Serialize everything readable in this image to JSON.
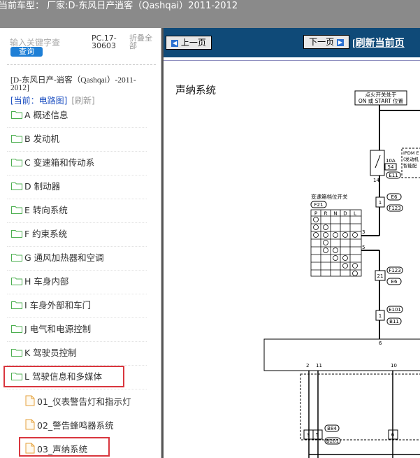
{
  "window": {
    "title": "当前车型： 厂家:D-东风日产逍客（Qashqai）2011-2012"
  },
  "sidebar": {
    "search_placeholder": "输入关键字查",
    "search_button": "查询",
    "pc_code": "PC.17-30603",
    "fold_all": "折叠全部",
    "car_name": "[D-东风日产-逍客（Qashqai）-2011-2012]",
    "current": "[当前：电路图]",
    "refresh": "[刷新]",
    "items": [
      {
        "label": "A 概述信息"
      },
      {
        "label": "B 发动机"
      },
      {
        "label": "C 变速箱和传动系"
      },
      {
        "label": "D 制动器"
      },
      {
        "label": "E 转向系统"
      },
      {
        "label": "F 约束系统"
      },
      {
        "label": "G 通风加热器和空调"
      },
      {
        "label": "H 车身内部"
      },
      {
        "label": "I 车身外部和车门"
      },
      {
        "label": "J 电气和电源控制"
      },
      {
        "label": "K 驾驶员控制"
      },
      {
        "label": "L 驾驶信息和多媒体"
      }
    ],
    "sub_items": [
      {
        "label": "01_仪表警告灯和指示灯"
      },
      {
        "label": "02_警告蜂鸣器系统"
      },
      {
        "label": "03_声纳系统"
      }
    ]
  },
  "toolbar": {
    "prev": "上一页",
    "next": "下一页",
    "refresh": "[刷新当前页"
  },
  "doc": {
    "title": "声纳系统",
    "labels": {
      "ignition_line1": "点火开关处于",
      "ignition_line2": "ON 或 START 位置",
      "ipdm_1": "IPDM E",
      "ipdm_2": "(发动机",
      "ipdm_3": "智能配",
      "fuse_amp": "10A",
      "fuse_num": "54",
      "conn_e11": "E11",
      "pin_14": "14",
      "gear_switch": "变速箱档位开关",
      "conn_f21": "F21",
      "gears": [
        "P",
        "R",
        "N",
        "D",
        "L"
      ],
      "pin_3": "3",
      "pin_5": "5",
      "conn_e6a": "E6",
      "conn_f123a": "F123",
      "pin_1a": "1",
      "pin_21": "21",
      "conn_f123b": "F123",
      "conn_e6b": "E6",
      "pin_1b": "1",
      "conn_e101": "E101",
      "conn_b11": "B11",
      "pin_6": "6",
      "pin_2": "2",
      "pin_11": "11",
      "pin_10": "10",
      "pin_3b": "3",
      "pin_5b": "5",
      "pin_6b": "6",
      "conn_b84": "B84",
      "conn_b201": "B201"
    }
  },
  "colors": {
    "nav_bg": "#0f4a78",
    "highlight": "#d9363e",
    "link_blue": "#1a4dc0"
  }
}
